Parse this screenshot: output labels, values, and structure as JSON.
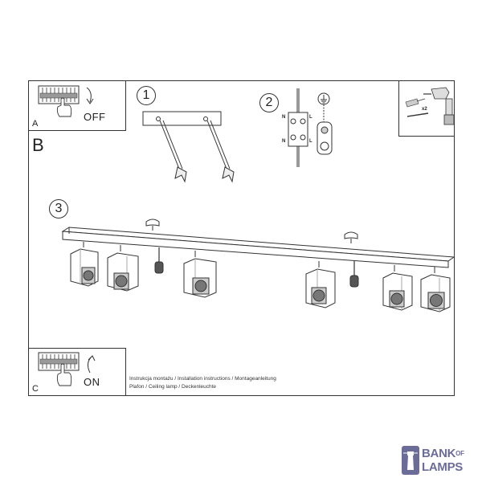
{
  "panels": {
    "a": {
      "letter": "A",
      "switch_label": "OFF"
    },
    "b": {
      "letter": "B"
    },
    "c": {
      "letter": "C",
      "switch_label": "ON"
    }
  },
  "steps": [
    "1",
    "2",
    "3"
  ],
  "wiring": {
    "neutral": "N",
    "live": "L"
  },
  "tools": {
    "quantity": "x2"
  },
  "caption": {
    "line1": "Instrukcja montażu / Installation instructions / Montageanleitung",
    "line2": "Plafon / Ceiling lamp / Deckenleuchte"
  },
  "logo": {
    "line1": "BANK",
    "of": "OF",
    "line2": "LAMPS"
  },
  "colors": {
    "line": "#333333",
    "logo": "#6c6c99"
  }
}
